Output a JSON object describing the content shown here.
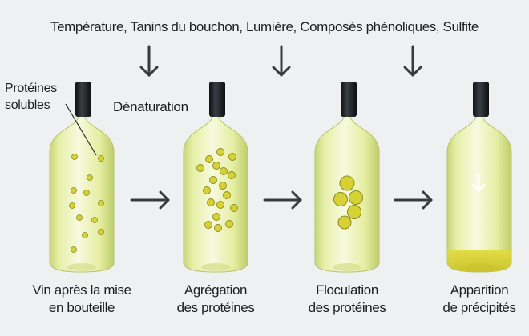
{
  "title": "Température, Tanins du bouchon, Lumière, Composés phénoliques, Sulfite",
  "labels": {
    "proteines": [
      "Protéines",
      "solubles"
    ],
    "denaturation": "Dénaturation"
  },
  "stages": [
    {
      "caption": [
        "Vin après la mise",
        "en bouteille"
      ]
    },
    {
      "caption": [
        "Agrégation",
        "des protéines"
      ]
    },
    {
      "caption": [
        "Floculation",
        "des protéines"
      ]
    },
    {
      "caption": [
        "Apparition",
        "de précipités"
      ]
    }
  ],
  "icons": {
    "factor_arrow": "arrow-down-icon",
    "process_arrow": "arrow-right-icon",
    "sediment_arrow": "arrow-down-icon"
  },
  "colors": {
    "background": "#eef0f2",
    "wine": "#eef4b8",
    "wine_shade": "#d4df86",
    "particle": "#d6d236",
    "particle_stroke": "#8c8a18",
    "sediment": "#d9d43a",
    "cap": "#1c1f22",
    "arrow": "#3a3a3a"
  }
}
